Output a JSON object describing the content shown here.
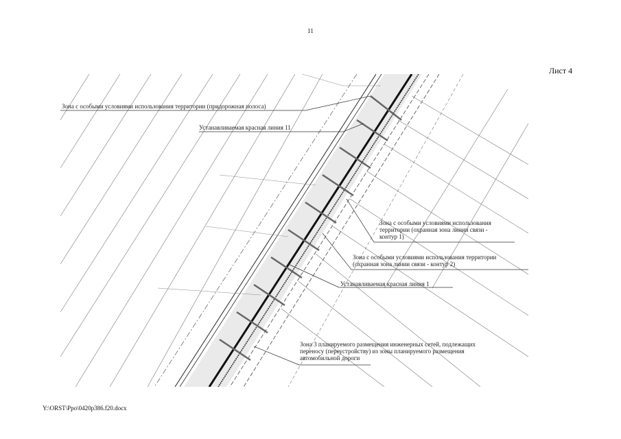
{
  "header": {
    "page_number": "11",
    "sheet": "Лист 4"
  },
  "labels": {
    "roadside_zone": "Зона с особыми условиями использования территории (придорожная полоса)",
    "red_line_11": "Устанавливаемая красная линия 11",
    "comm_zone_1": "Зона с особыми условиями использования\nтерритории (охранная зона линии связи -\nконтур 1)",
    "comm_zone_2": "Зона с особыми условиями использования территории\n(охранная зона линии связи - контур 2)",
    "red_line_1": "Устанавливаемая красная линия 1",
    "zone_3": "Зона 3 планируемого размещения инженерных сетей, подлежащих\nпереносу (переустройству) из зоны планируемого размещения\nавтомобильной дороги"
  },
  "footer": {
    "file_path": "Y:\\ORST\\Ppo\\0420p386.f20.docx"
  }
}
